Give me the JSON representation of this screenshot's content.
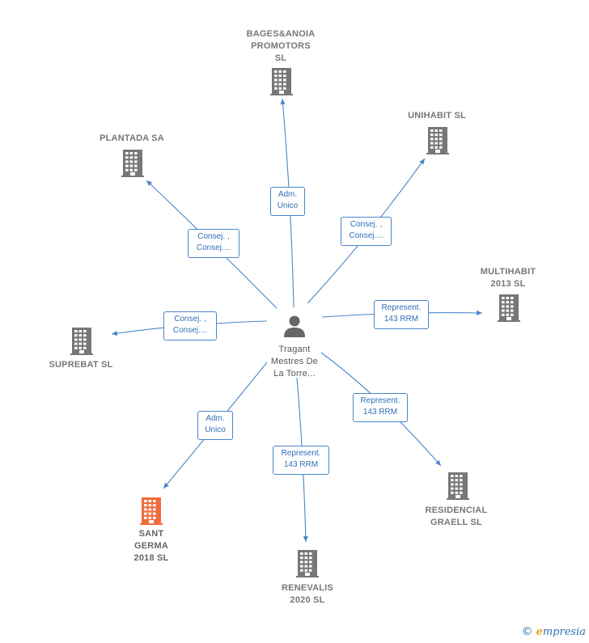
{
  "colors": {
    "edge": "#4a86c8",
    "company_icon": "#777777",
    "focus_icon": "#f26b3a",
    "person_icon": "#666666"
  },
  "center": {
    "icon": "person-icon",
    "label": "Tragant\nMestres De\nLa Torre..."
  },
  "companies": [
    {
      "id": "bages",
      "label": "BAGES&ANOIA\nPROMOTORS\nSL",
      "icon": "building-icon"
    },
    {
      "id": "plantada",
      "label": "PLANTADA SA",
      "icon": "building-icon"
    },
    {
      "id": "unihabit",
      "label": "UNIHABIT  SL",
      "icon": "building-icon"
    },
    {
      "id": "multihabit",
      "label": "MULTIHABIT\n2013  SL",
      "icon": "building-icon"
    },
    {
      "id": "suprebat",
      "label": "SUPREBAT SL",
      "icon": "building-icon"
    },
    {
      "id": "residencial",
      "label": "RESIDENCIAL\nGRAELL SL",
      "icon": "building-icon"
    },
    {
      "id": "santgerma",
      "label": "SANT\nGERMA\n2018  SL",
      "icon": "building-icon",
      "focus": true
    },
    {
      "id": "renevalis",
      "label": "RENEVALIS\n2020 SL",
      "icon": "building-icon"
    }
  ],
  "edges": [
    {
      "to": "bages",
      "label": "Adm.\nUnico"
    },
    {
      "to": "plantada",
      "label": "Consej. ,\nConsej...."
    },
    {
      "to": "unihabit",
      "label": "Consej. ,\nConsej...."
    },
    {
      "to": "multihabit",
      "label": "Represent.\n143 RRM"
    },
    {
      "to": "suprebat",
      "label": "Consej. ,\nConsej...."
    },
    {
      "to": "residencial",
      "label": "Represent.\n143 RRM"
    },
    {
      "to": "santgerma",
      "label": "Adm.\nUnico"
    },
    {
      "to": "renevalis",
      "label": "Represent.\n143 RRM"
    }
  ],
  "footer": {
    "copyright": "©",
    "brand_initial": "e",
    "brand_rest": "mpresia"
  }
}
